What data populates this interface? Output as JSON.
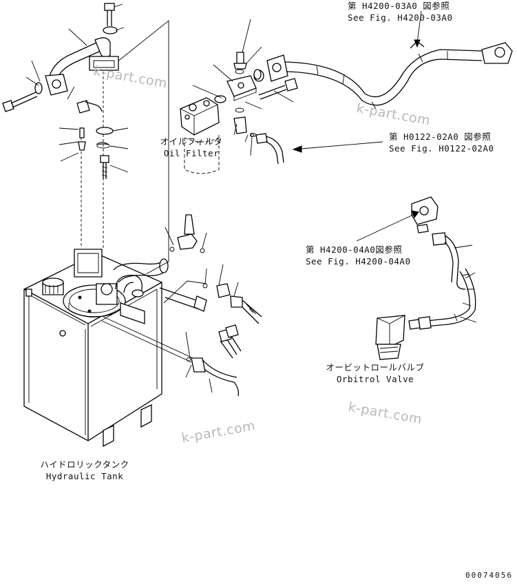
{
  "labels": {
    "ref_h4200_03a0_jp": "第 H4200-03A0 図参照",
    "ref_h4200_03a0_en": "See Fig. H4200-03A0",
    "ref_h0122_02a0_jp": "第 H0122-02A0 図参照",
    "ref_h0122_02a0_en": "See Fig. H0122-02A0",
    "ref_h4200_04a0_jp": "第 H4200-04A0図参照",
    "ref_h4200_04a0_en": "See Fig. H4200-04A0",
    "oil_filter_jp": "オイルフィルタ",
    "oil_filter_en": "Oil Filter",
    "hydraulic_tank_jp": "ハイドロリックタンク",
    "hydraulic_tank_en": "Hydraulic Tank",
    "orbitrol_valve_jp": "オービットロールバルブ",
    "orbitrol_valve_en": "Orbitrol Valve"
  },
  "watermarks": [
    "k-part.com",
    "k-part.com",
    "k-part.com",
    "k-part.com"
  ],
  "doc_id": "00074056"
}
